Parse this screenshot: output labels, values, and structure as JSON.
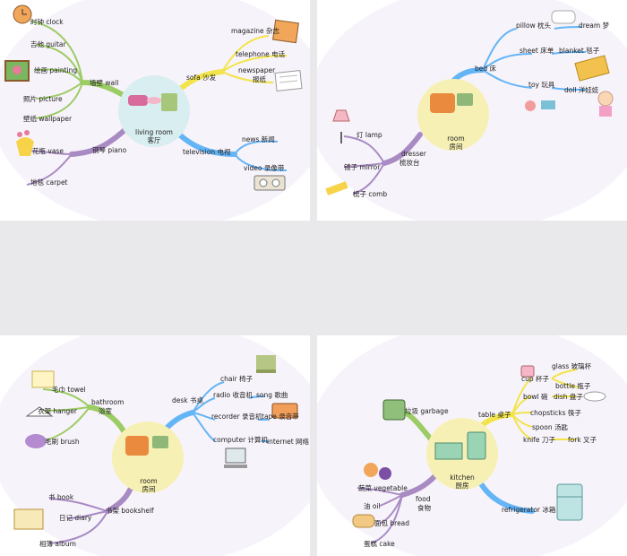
{
  "colors": {
    "green": "#9ccc65",
    "yellow": "#f2e44a",
    "blue": "#64b5f6",
    "purple": "#a98bc4",
    "hub_fill": "#f7f0b4",
    "hub_fill_blue": "#d9eef0"
  },
  "panel1": {
    "center": "living room",
    "center_cn": "客厅",
    "wall": "墙壁 wall",
    "clock": "时钟 clock",
    "guitar": "吉他 guitar",
    "painting": "绘画 painting",
    "picture": "照片 picture",
    "wallpaper": "壁纸 wallpaper",
    "sofa": "sofa 沙发",
    "magazine": "magazine 杂志",
    "telephone": "telephone 电话",
    "newspaper": "newspaper",
    "newspaper_cn": "报纸",
    "piano": "钢琴 piano",
    "vase": "花瓶 vase",
    "carpet": "地毯 carpet",
    "television": "television 电视",
    "news": "news 新闻",
    "video": "video 录像带"
  },
  "panel2": {
    "center": "room",
    "center_cn": "房间",
    "bed": "bed 床",
    "pillow": "pillow 枕头",
    "dream": "dream 梦",
    "sheet": "sheet 床单",
    "blanket": "blanket 毯子",
    "toy": "toy 玩具",
    "doll": "doll 洋娃娃",
    "dresser": "dresser",
    "dresser_cn": "梳妆台",
    "lamp": "灯 lamp",
    "mirror": "镜子 mirror",
    "comb": "梳子 comb"
  },
  "panel3": {
    "center": "room",
    "center_cn": "房间",
    "bathroom": "bathroom",
    "bathroom_cn": "浴室",
    "towel": "毛巾 towel",
    "hanger": "衣架 hanger",
    "brush": "毛刷 brush",
    "desk": "desk 书桌",
    "chair": "chair 椅子",
    "radio": "radio 收音机",
    "song": "song 歌曲",
    "recorder": "recorder 录音机",
    "tape": "tape 录音带",
    "computer": "computer 计算机",
    "internet": "internet 网络",
    "bookshelf": "书架 bookshelf",
    "book": "书 book",
    "diary": "日记 diary",
    "album": "相簿 album"
  },
  "panel4": {
    "center": "kitchen",
    "center_cn": "厨房",
    "garbage": "垃圾 garbage",
    "table": "table 桌子",
    "cup": "cup 杯子",
    "glass": "glass 玻璃杯",
    "bottle": "bottle 瓶子",
    "bowl": "bowl 碗",
    "dish": "dish 盘子",
    "chopsticks": "chopsticks 筷子",
    "spoon": "spoon 汤匙",
    "knife": "knife 刀子",
    "fork": "fork 叉子",
    "food": "food",
    "food_cn": "食物",
    "vegetable": "蔬菜 vegetable",
    "oil": "油 oil",
    "bread": "面包 bread",
    "cake": "蛋糕 cake",
    "refrigerator": "refrigerator 冰箱"
  }
}
